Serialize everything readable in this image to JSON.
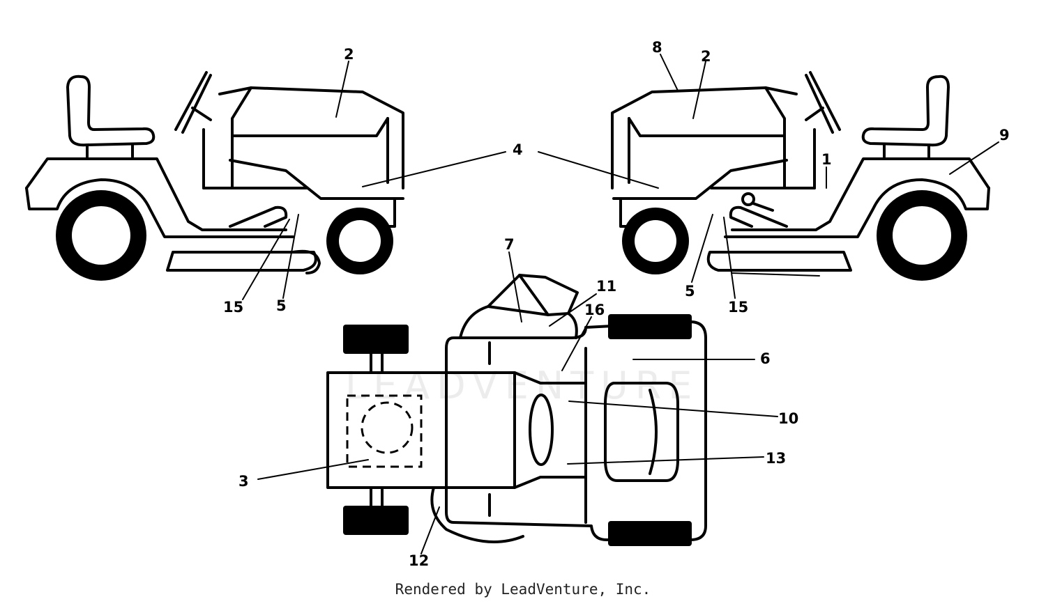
{
  "callouts": {
    "left_view": [
      "2",
      "4",
      "15",
      "5"
    ],
    "right_view": [
      "8",
      "2",
      "4",
      "1",
      "9",
      "5",
      "15"
    ],
    "top_view": [
      "7",
      "11",
      "16",
      "6",
      "10",
      "13",
      "3",
      "12"
    ]
  },
  "watermark": "LEADVENTURE",
  "credit": "Rendered by LeadVenture, Inc."
}
